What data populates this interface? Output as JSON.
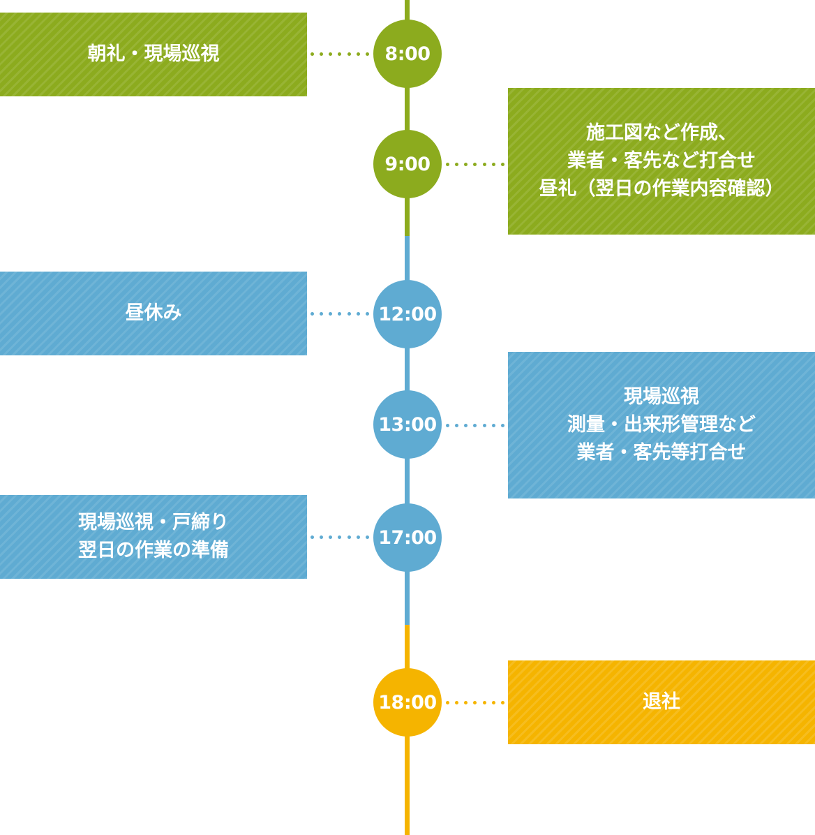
{
  "colors": {
    "green": "#8cab1e",
    "blue": "#5fabd2",
    "orange": "#f5b400",
    "background": "#ffffff"
  },
  "events": [
    {
      "time": "8:00",
      "side": "left",
      "color": "green",
      "lines": [
        "朝礼・現場巡視"
      ]
    },
    {
      "time": "9:00",
      "side": "right",
      "color": "green",
      "lines": [
        "施工図など作成、",
        "業者・客先など打合せ",
        "昼礼（翌日の作業内容確認）"
      ]
    },
    {
      "time": "12:00",
      "side": "left",
      "color": "blue",
      "lines": [
        "昼休み"
      ]
    },
    {
      "time": "13:00",
      "side": "right",
      "color": "blue",
      "lines": [
        "現場巡視",
        "測量・出来形管理など",
        "業者・客先等打合せ"
      ]
    },
    {
      "time": "17:00",
      "side": "left",
      "color": "blue",
      "lines": [
        "現場巡視・戸締り",
        "翌日の作業の準備"
      ]
    },
    {
      "time": "18:00",
      "side": "right",
      "color": "orange",
      "lines": [
        "退社"
      ]
    }
  ]
}
